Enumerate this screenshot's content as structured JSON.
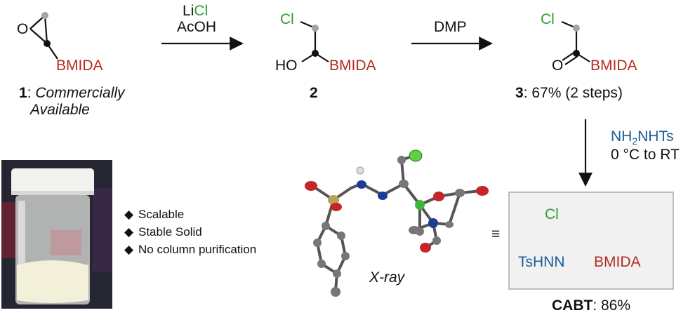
{
  "compound1": {
    "bmida": "BMIDA",
    "o": "O",
    "number": "1",
    "desc_line1": "Commercially",
    "desc_line2": "Available"
  },
  "step1": {
    "reagent_li": "Li",
    "reagent_cl": "Cl",
    "reagent2": "AcOH"
  },
  "compound2": {
    "cl": "Cl",
    "ho": "HO",
    "bmida": "BMIDA",
    "number": "2"
  },
  "step2": {
    "reagent": "DMP"
  },
  "compound3": {
    "cl": "Cl",
    "o": "O",
    "bmida": "BMIDA",
    "number": "3",
    "yield": ": 67% (2 steps)"
  },
  "step3": {
    "reagent_main": "NH",
    "reagent_sub": "2",
    "reagent_tail": "NHTs",
    "conditions": "0 °C to RT"
  },
  "cabt": {
    "cl": "Cl",
    "tshnn": "TsHNN",
    "bmida": "BMIDA",
    "name": "CABT",
    "yield": ": 86%"
  },
  "features": {
    "items": [
      "Scalable",
      "Stable Solid",
      "No column purification"
    ],
    "bullet": "◆"
  },
  "xray": {
    "label": "X-ray",
    "equiv": "≡"
  },
  "colors": {
    "boron_red": "#b22a1f",
    "chlorine_green": "#2e9c2e",
    "nitrogen_blue": "#1c5c96"
  }
}
